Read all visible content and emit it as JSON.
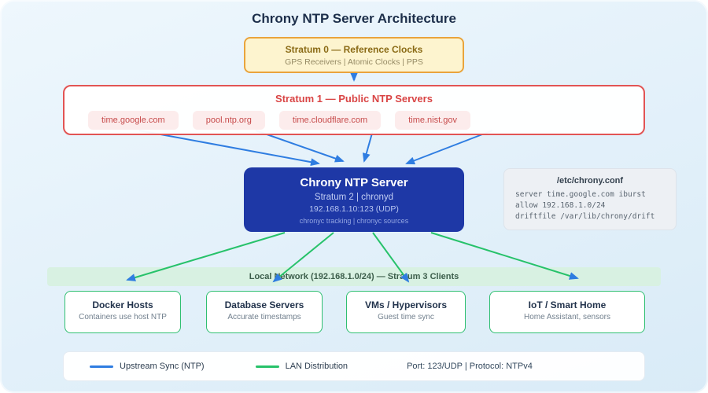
{
  "title": "Chrony NTP Server Architecture",
  "stratum0": {
    "title": "Stratum 0 — Reference Clocks",
    "subtitle": "GPS Receivers | Atomic Clocks | PPS"
  },
  "stratum1": {
    "title": "Stratum 1 — Public NTP Servers",
    "servers": [
      "time.google.com",
      "pool.ntp.org",
      "time.cloudflare.com",
      "time.nist.gov"
    ]
  },
  "chrony": {
    "title": "Chrony NTP Server",
    "line1": "Stratum 2 | chronyd",
    "line2": "192.168.1.10:123 (UDP)",
    "line3": "chronyc tracking | chronyc sources"
  },
  "config": {
    "title": "/etc/chrony.conf",
    "lines": [
      "server time.google.com iburst",
      "allow 192.168.1.0/24",
      "driftfile /var/lib/chrony/drift"
    ]
  },
  "network_band": {
    "label": "Local Network (192.168.1.0/24) — Stratum 3 Clients"
  },
  "clients": [
    {
      "title": "Docker Hosts",
      "subtitle": "Containers use host NTP"
    },
    {
      "title": "Database Servers",
      "subtitle": "Accurate timestamps"
    },
    {
      "title": "VMs / Hypervisors",
      "subtitle": "Guest time sync"
    },
    {
      "title": "IoT / Smart Home",
      "subtitle": "Home Assistant, sensors"
    }
  ],
  "legend": {
    "upstream": "Upstream Sync (NTP)",
    "lan": "LAN Distribution",
    "info": "Port: 123/UDP | Protocol: NTPv4"
  },
  "colors": {
    "upstream_blue": "#2f7de1",
    "lan_green": "#27c26a",
    "stratum0_border": "#e9a43c",
    "stratum1_border": "#e25454",
    "chrony_bg": "#1e38a6",
    "client_border": "#2fbf71"
  }
}
